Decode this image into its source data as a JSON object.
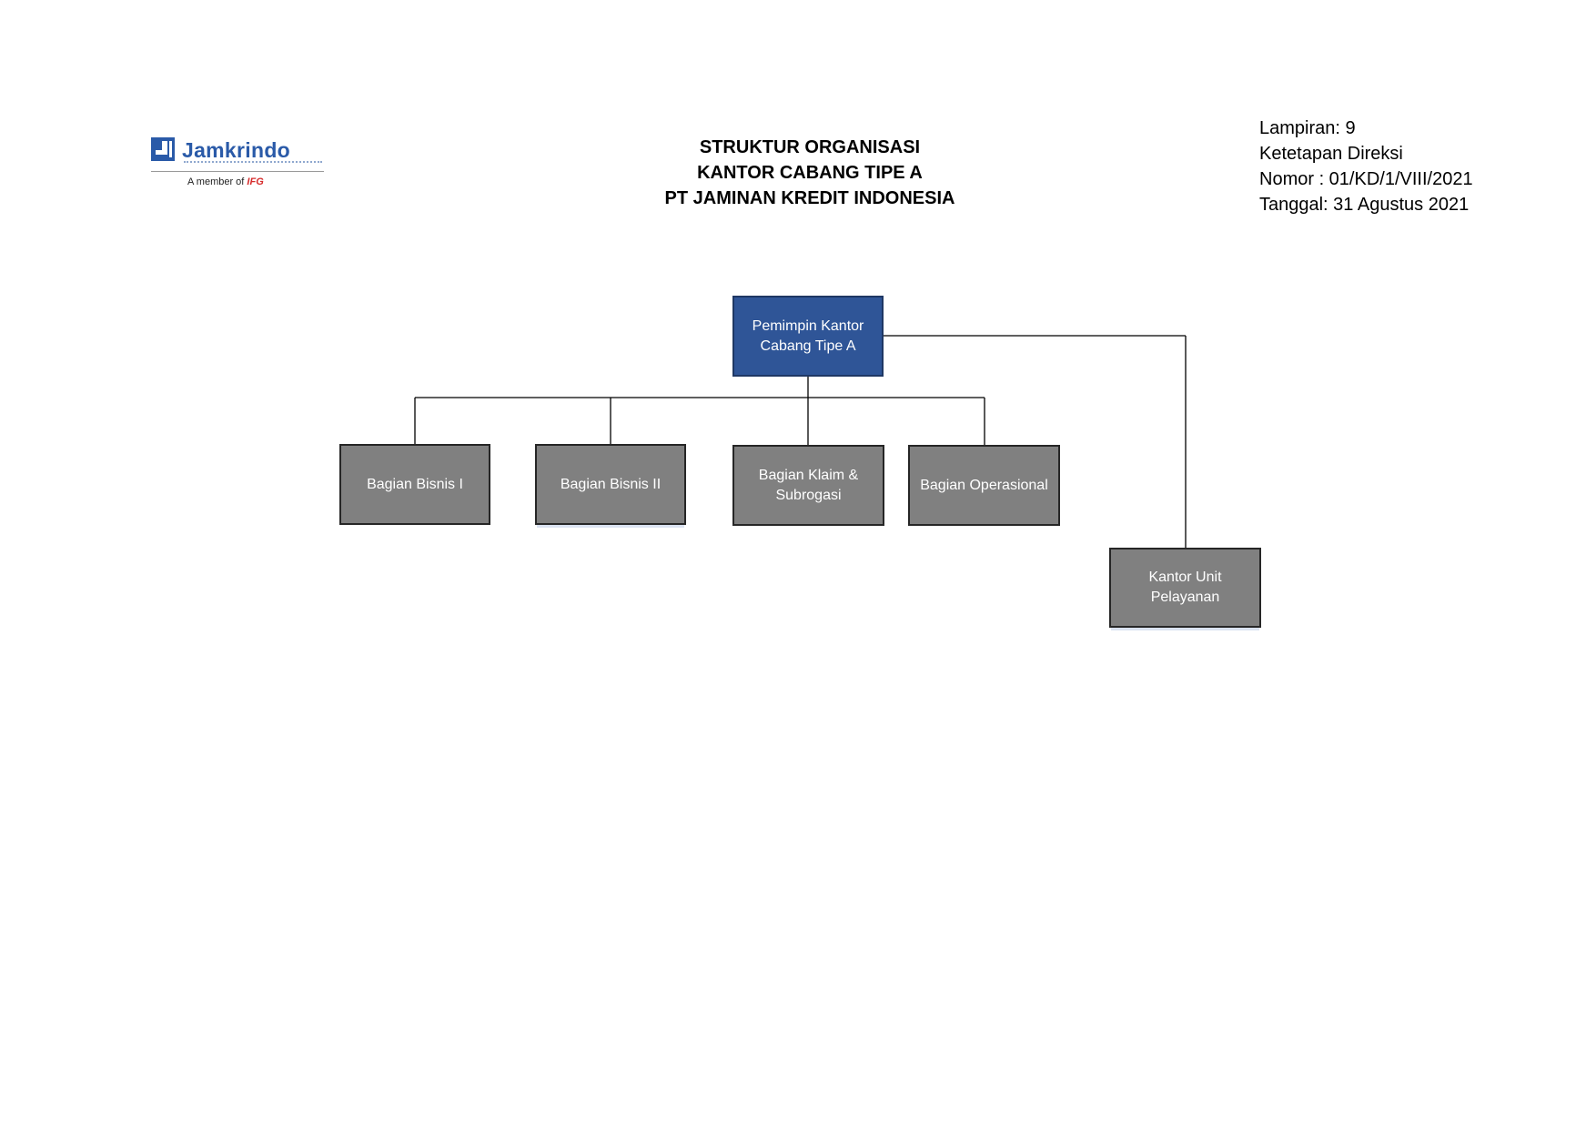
{
  "logo": {
    "brand": "Jamkrindo",
    "member_prefix": "A member of",
    "member_brand": "IFG"
  },
  "title": {
    "line1": "STRUKTUR ORGANISASI",
    "line2": "KANTOR CABANG TIPE A",
    "line3": "PT JAMINAN KREDIT INDONESIA"
  },
  "meta": {
    "lampiran": "Lampiran: 9",
    "ketetapan": "Ketetapan Direksi",
    "nomor": "Nomor : 01/KD/1/VIII/2021",
    "tanggal": "Tanggal: 31 Agustus 2021"
  },
  "org": {
    "head": "Pemimpin Kantor Cabang Tipe A",
    "units": [
      "Bagian Bisnis I",
      "Bagian Bisnis II",
      "Bagian Klaim & Subrogasi",
      "Bagian Operasional"
    ],
    "side_unit": "Kantor Unit Pelayanan"
  },
  "colors": {
    "head_fill": "#2f5597",
    "unit_fill": "#808080",
    "logo_blue": "#2a5aa8",
    "ifg_red": "#d62b2b"
  }
}
